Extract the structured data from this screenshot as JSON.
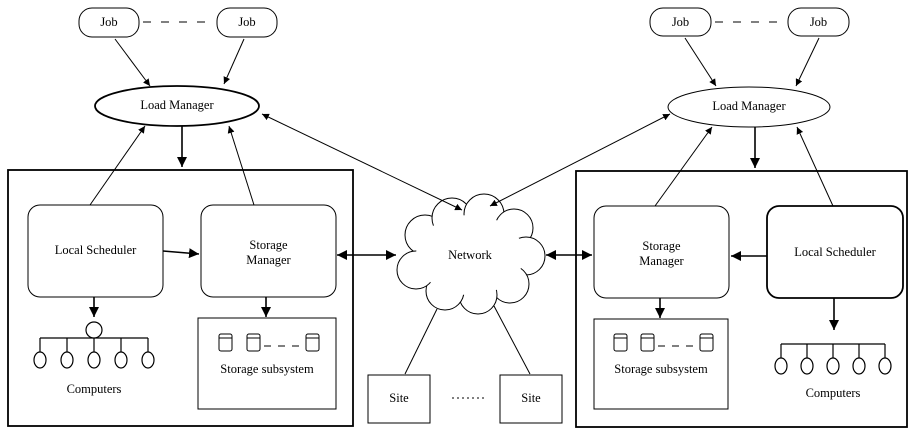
{
  "left": {
    "job_a": "Job",
    "job_b": "Job",
    "load_manager": "Load Manager",
    "local_scheduler": "Local Scheduler",
    "storage_manager": "Storage\nManager",
    "storage_subsystem": "Storage subsystem",
    "computers": "Computers"
  },
  "right": {
    "job_a": "Job",
    "job_b": "Job",
    "load_manager": "Load Manager",
    "local_scheduler": "Local Scheduler",
    "storage_manager": "Storage\nManager",
    "storage_subsystem": "Storage subsystem",
    "computers": "Computers"
  },
  "center": {
    "network": "Network",
    "site_a": "Site",
    "site_b": "Site"
  }
}
